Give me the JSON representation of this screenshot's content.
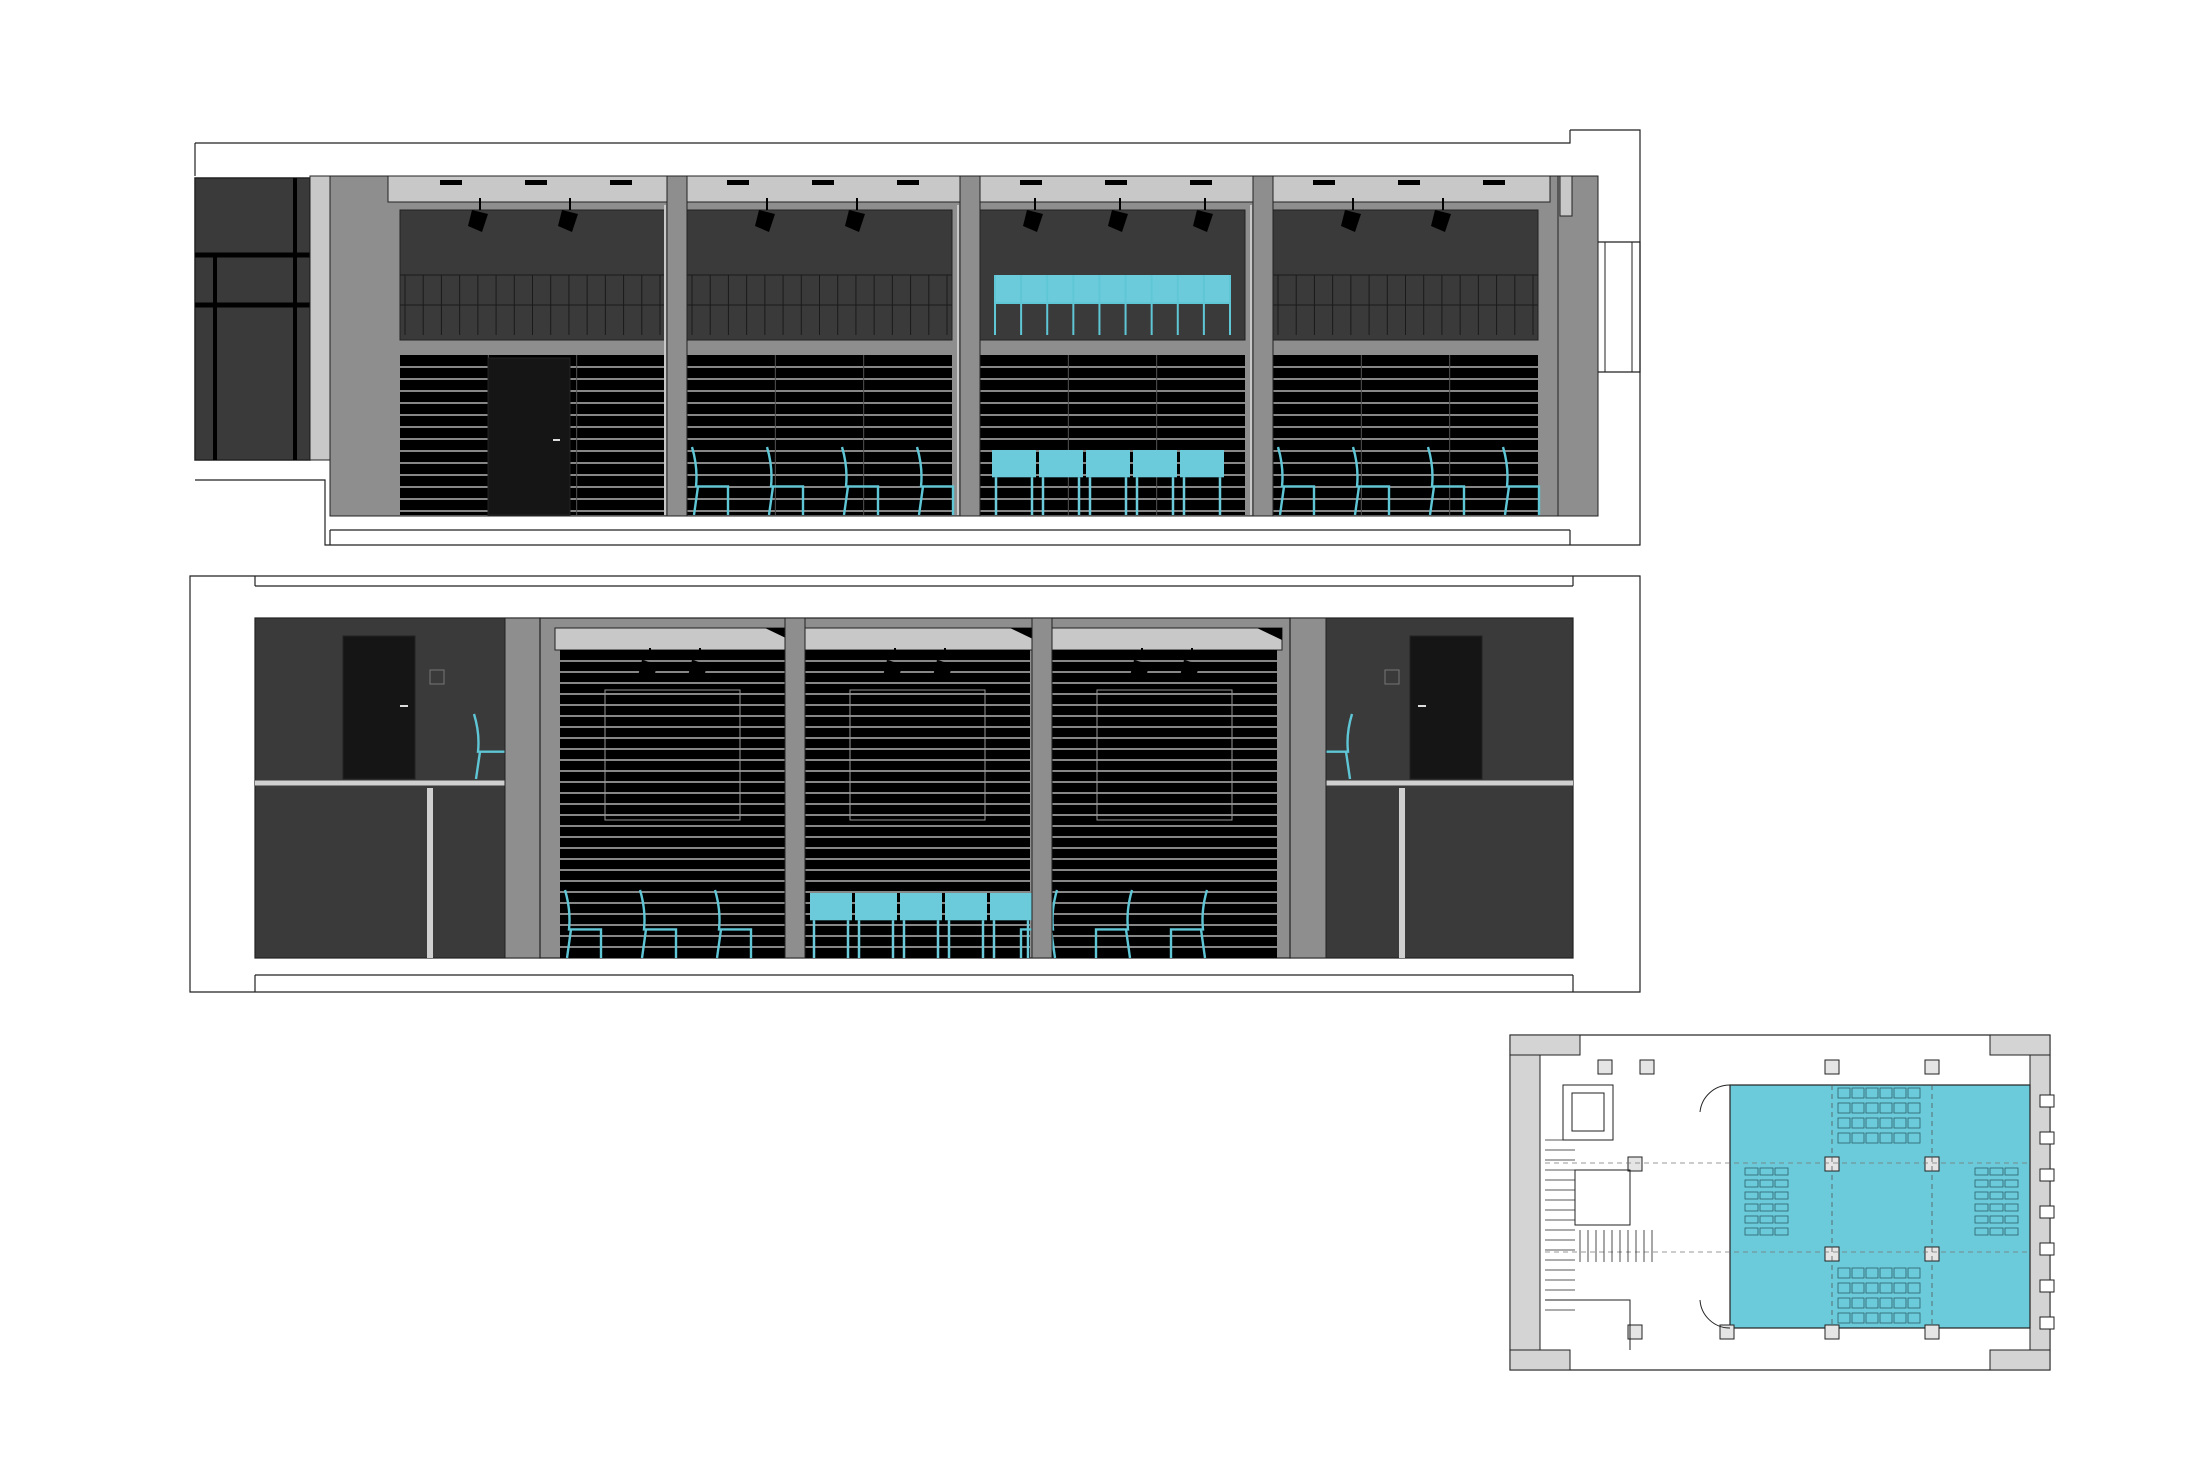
{
  "palette": {
    "background": "#ffffff",
    "outline": "#222222",
    "wall_gray": "#8e8e8e",
    "light_gray": "#c8c8c8",
    "dark_panel": "#3a3a3a",
    "door_black": "#151515",
    "stripe_light": "#d8d8d8",
    "highlight_cyan": "#6ccbda",
    "chair_cyan": "#5fc6d6"
  },
  "drawings": {
    "upper_elevation": {
      "bays": 4,
      "highlighted_bay": 3,
      "items": [
        "left-end-wall",
        "door",
        "spotlights",
        "glass-balustrade",
        "slatted-panels",
        "chairs",
        "highlighted-bench-bay"
      ]
    },
    "lower_elevation": {
      "bays": 3,
      "highlighted_bay": 2,
      "items": [
        "side-rooms",
        "doors",
        "spotlights",
        "slatted-panels",
        "chairs",
        "highlighted-bench-bay"
      ]
    },
    "floor_plan": {
      "highlighted_area": "meeting-hall",
      "items": [
        "stairs",
        "columns",
        "bench-rows",
        "windows"
      ]
    }
  }
}
